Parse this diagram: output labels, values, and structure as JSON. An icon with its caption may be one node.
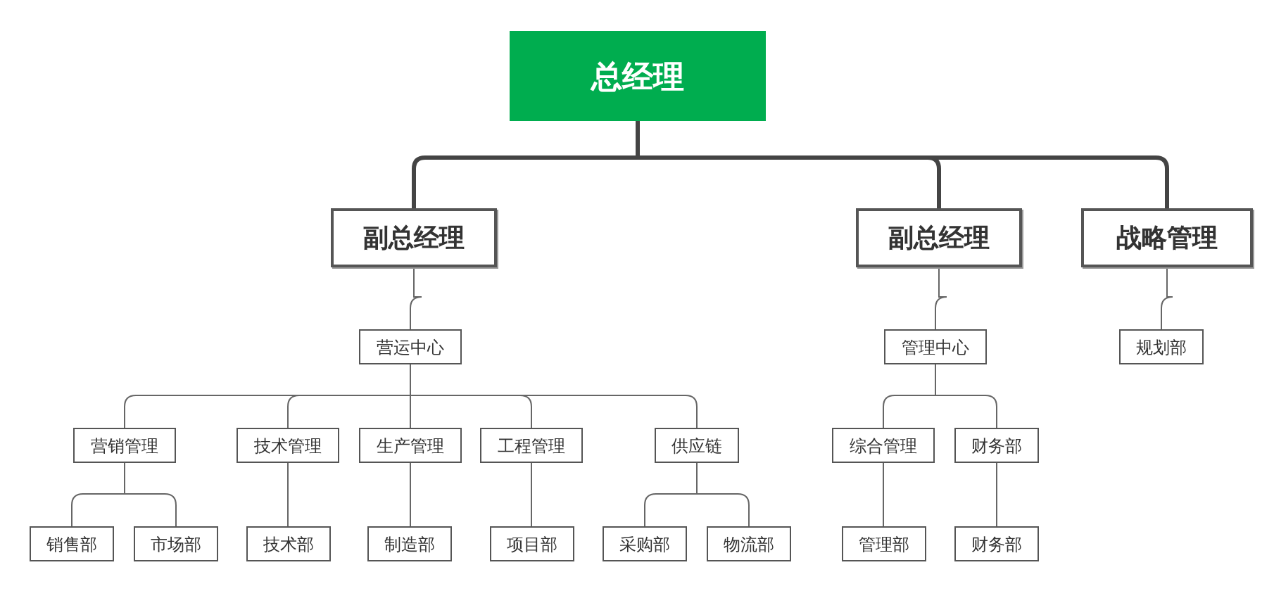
{
  "diagram": {
    "nodes": [
      {
        "text": [
          "总经理"
        ]
      },
      {
        "text": [
          "副总经理"
        ]
      },
      {
        "text": [
          "副总经理"
        ]
      },
      {
        "text": [
          "战略管理"
        ]
      },
      {
        "text": [
          "营运中心"
        ]
      },
      {
        "text": [
          "营销管理"
        ]
      },
      {
        "text": [
          "技术管理"
        ]
      },
      {
        "text": [
          "生产管理"
        ]
      },
      {
        "text": [
          "工程管理"
        ]
      },
      {
        "text": [
          "供应链"
        ]
      },
      {
        "text": [
          "销售部"
        ]
      },
      {
        "text": [
          "市场部"
        ]
      },
      {
        "text": [
          "技术部"
        ]
      },
      {
        "text": [
          "制造部"
        ]
      },
      {
        "text": [
          "项目部"
        ]
      },
      {
        "text": [
          "采购部"
        ]
      },
      {
        "text": [
          "物流部"
        ]
      },
      {
        "text": [
          "管理中心"
        ]
      },
      {
        "text": [
          "综合管理"
        ]
      },
      {
        "text": [
          "财务部"
        ]
      },
      {
        "text": [
          "管理部"
        ]
      },
      {
        "text": [
          "财务部"
        ]
      },
      {
        "text": [
          "规划部"
        ]
      }
    ],
    "edges": [
      {
        "from": 0,
        "to": 1,
        "arrow": "none",
        "style": "thick"
      },
      {
        "from": 0,
        "to": 2,
        "arrow": "none",
        "style": "thick"
      },
      {
        "from": 0,
        "to": 3,
        "arrow": "none",
        "style": "thick"
      },
      {
        "from": 1,
        "to": 4,
        "arrow": "none"
      },
      {
        "from": 4,
        "to": 5,
        "arrow": "none"
      },
      {
        "from": 4,
        "to": 6,
        "arrow": "none"
      },
      {
        "from": 4,
        "to": 7,
        "arrow": "none"
      },
      {
        "from": 4,
        "to": 8,
        "arrow": "none"
      },
      {
        "from": 4,
        "to": 9,
        "arrow": "none"
      },
      {
        "from": 5,
        "to": 10,
        "arrow": "none"
      },
      {
        "from": 5,
        "to": 11,
        "arrow": "none"
      },
      {
        "from": 6,
        "to": 12,
        "arrow": "none"
      },
      {
        "from": 7,
        "to": 13,
        "arrow": "none"
      },
      {
        "from": 8,
        "to": 14,
        "arrow": "none"
      },
      {
        "from": 9,
        "to": 15,
        "arrow": "none"
      },
      {
        "from": 9,
        "to": 16,
        "arrow": "none"
      },
      {
        "from": 2,
        "to": 17,
        "arrow": "none"
      },
      {
        "from": 17,
        "to": 18,
        "arrow": "none"
      },
      {
        "from": 17,
        "to": 19,
        "arrow": "none"
      },
      {
        "from": 18,
        "to": 20,
        "arrow": "none"
      },
      {
        "from": 19,
        "to": 21,
        "arrow": "none"
      },
      {
        "from": 3,
        "to": 22,
        "arrow": "none"
      }
    ]
  }
}
